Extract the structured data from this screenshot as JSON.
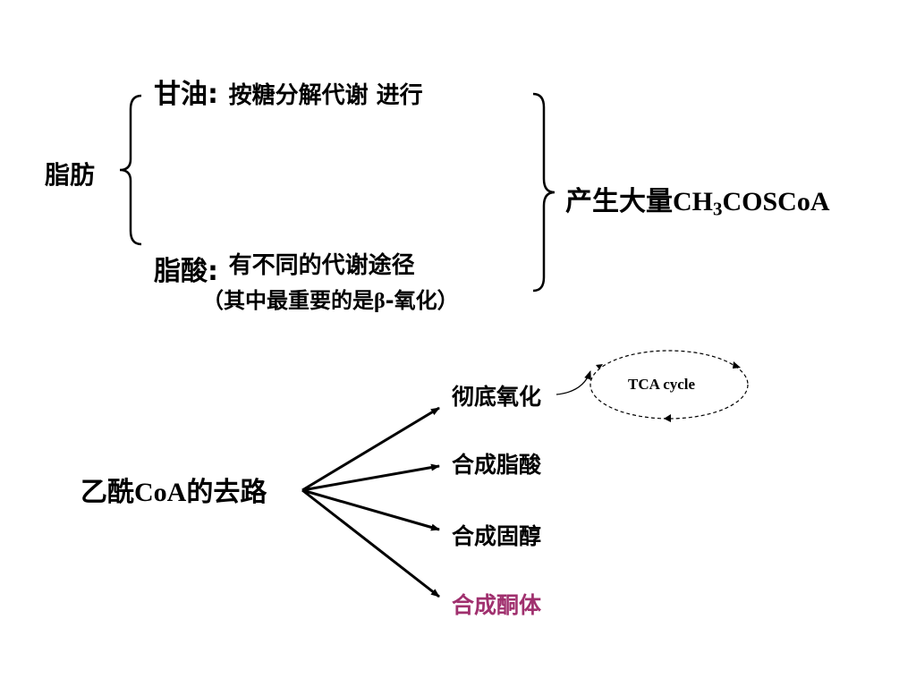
{
  "top": {
    "fat_label": "脂肪",
    "glycerol": {
      "label": "甘油:",
      "text": "按糖分解代谢 进行"
    },
    "fatty_acid": {
      "label": "脂酸:",
      "text": "有不同的代谢途径",
      "note_pre": "（其中最重要的是",
      "note_beta": "β",
      "note_post": "-氧化）"
    },
    "result": {
      "prefix": "产生大量",
      "formula_a": "CH",
      "formula_sub": "3",
      "formula_b": "COSCoA"
    }
  },
  "bottom": {
    "source": {
      "prefix": "乙酰",
      "coa": "CoA",
      "suffix": "的去路"
    },
    "destinations": [
      "彻底氧化",
      "合成脂酸",
      "合成固醇",
      "合成酮体"
    ],
    "tca_label": "TCA cycle"
  },
  "colors": {
    "text": "#000000",
    "highlight": "#A0306E"
  }
}
